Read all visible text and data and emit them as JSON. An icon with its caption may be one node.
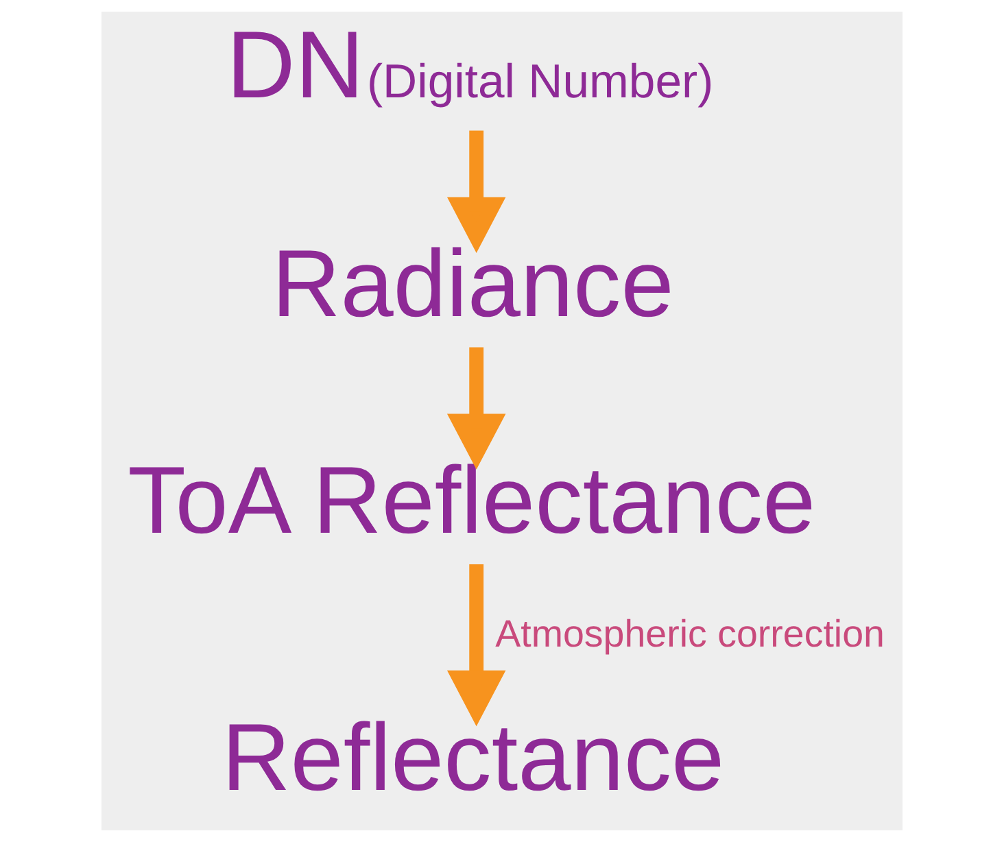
{
  "diagram": {
    "nodes": [
      {
        "text": [
          "DN",
          "(Digital Number)"
        ]
      },
      {
        "text": [
          "Radiance"
        ]
      },
      {
        "text": [
          "ToA Reflectance"
        ]
      },
      {
        "text": [
          "Reflectance"
        ]
      }
    ],
    "edges": [
      {
        "from": 0,
        "to": 1,
        "arrow": "to"
      },
      {
        "from": 1,
        "to": 2,
        "arrow": "to"
      },
      {
        "from": 2,
        "to": 3,
        "arrow": "to",
        "label": "Atmospheric correction"
      }
    ]
  }
}
